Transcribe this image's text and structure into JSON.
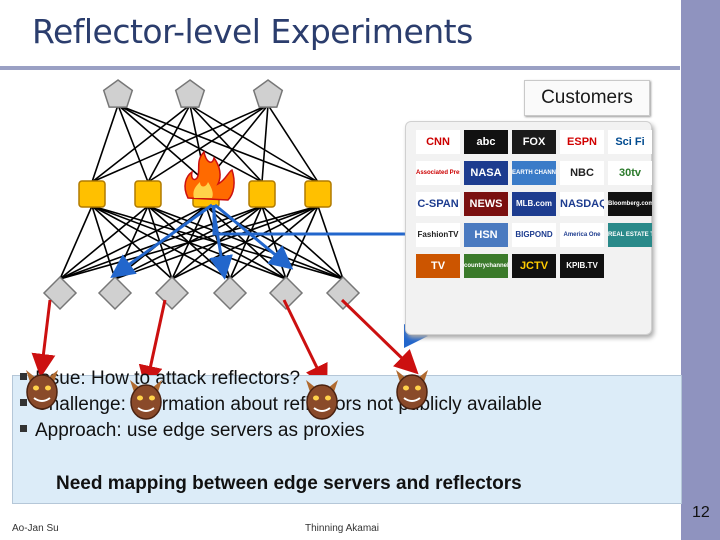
{
  "slide": {
    "title": "Reflector-level Experiments",
    "customers_label": "Customers",
    "bullets": [
      "Issue: How to attack reflectors?",
      "Challenge: information about reflectors not publicly available",
      "Approach: use edge servers as proxies"
    ],
    "mapping_note": "Need mapping between edge servers and reflectors",
    "footer": {
      "author": "Ao-Jan Su",
      "title": "Thinning Akamai",
      "page": "12"
    }
  },
  "customer_logos": [
    {
      "name": "CNN",
      "color": "#cc0000",
      "bg": "#ffffff"
    },
    {
      "name": "abc",
      "color": "#ffffff",
      "bg": "#111111"
    },
    {
      "name": "FOX",
      "color": "#ffffff",
      "bg": "#1a1a1a"
    },
    {
      "name": "ESPN",
      "color": "#d10000",
      "bg": "#ffffff"
    },
    {
      "name": "Sci Fi",
      "color": "#004a8f",
      "bg": "#ffffff"
    },
    {
      "name": "Associated Press",
      "color": "#cc0000",
      "bg": "#ffffff"
    },
    {
      "name": "NASA",
      "color": "#ffffff",
      "bg": "#1d3c8f"
    },
    {
      "name": "EARTH CHANNEL",
      "color": "#ffffff",
      "bg": "#3a7bc8"
    },
    {
      "name": "NBC",
      "color": "#222222",
      "bg": "#ffffff"
    },
    {
      "name": "30tv",
      "color": "#2b7a2b",
      "bg": "#ffffff"
    },
    {
      "name": "C-SPAN",
      "color": "#1d3c8f",
      "bg": "#ffffff"
    },
    {
      "name": "NEWS",
      "color": "#ffffff",
      "bg": "#7a1010"
    },
    {
      "name": "MLB.com",
      "color": "#ffffff",
      "bg": "#1d3c8f"
    },
    {
      "name": "NASDAQ",
      "color": "#1d3c8f",
      "bg": "#ffffff"
    },
    {
      "name": "Bloomberg.com",
      "color": "#ffffff",
      "bg": "#111111"
    },
    {
      "name": "FashionTV",
      "color": "#222222",
      "bg": "#ffffff"
    },
    {
      "name": "HSN",
      "color": "#ffffff",
      "bg": "#4a7ac0"
    },
    {
      "name": "BIGPOND",
      "color": "#1d3c8f",
      "bg": "#ffffff"
    },
    {
      "name": "America One",
      "color": "#1d3c8f",
      "bg": "#ffffff"
    },
    {
      "name": "REAL ESTATE TV",
      "color": "#ffffff",
      "bg": "#2a8a8a"
    },
    {
      "name": "TV",
      "color": "#ffffff",
      "bg": "#cc5500"
    },
    {
      "name": "countrychannel.tv",
      "color": "#ffffff",
      "bg": "#3a7a2a"
    },
    {
      "name": "JCTV",
      "color": "#ffcc00",
      "bg": "#111111"
    },
    {
      "name": "KPIB.TV",
      "color": "#ffffff",
      "bg": "#111111"
    }
  ],
  "colors": {
    "title": "#2b3d6d",
    "accent_bar": "#8f93bf",
    "edge_server": "#ffc000",
    "node": "#d0d0d0",
    "red_arrow": "#cc1010",
    "blue_arrow": "#2266cc",
    "issue_box": "#dcecf8"
  },
  "icons": {
    "top_nodes": "pentagon-icon",
    "edge_servers": "square-icon",
    "reflectors": "diamond-icon",
    "attacker": "devil-icon",
    "fire": "fire-icon"
  }
}
